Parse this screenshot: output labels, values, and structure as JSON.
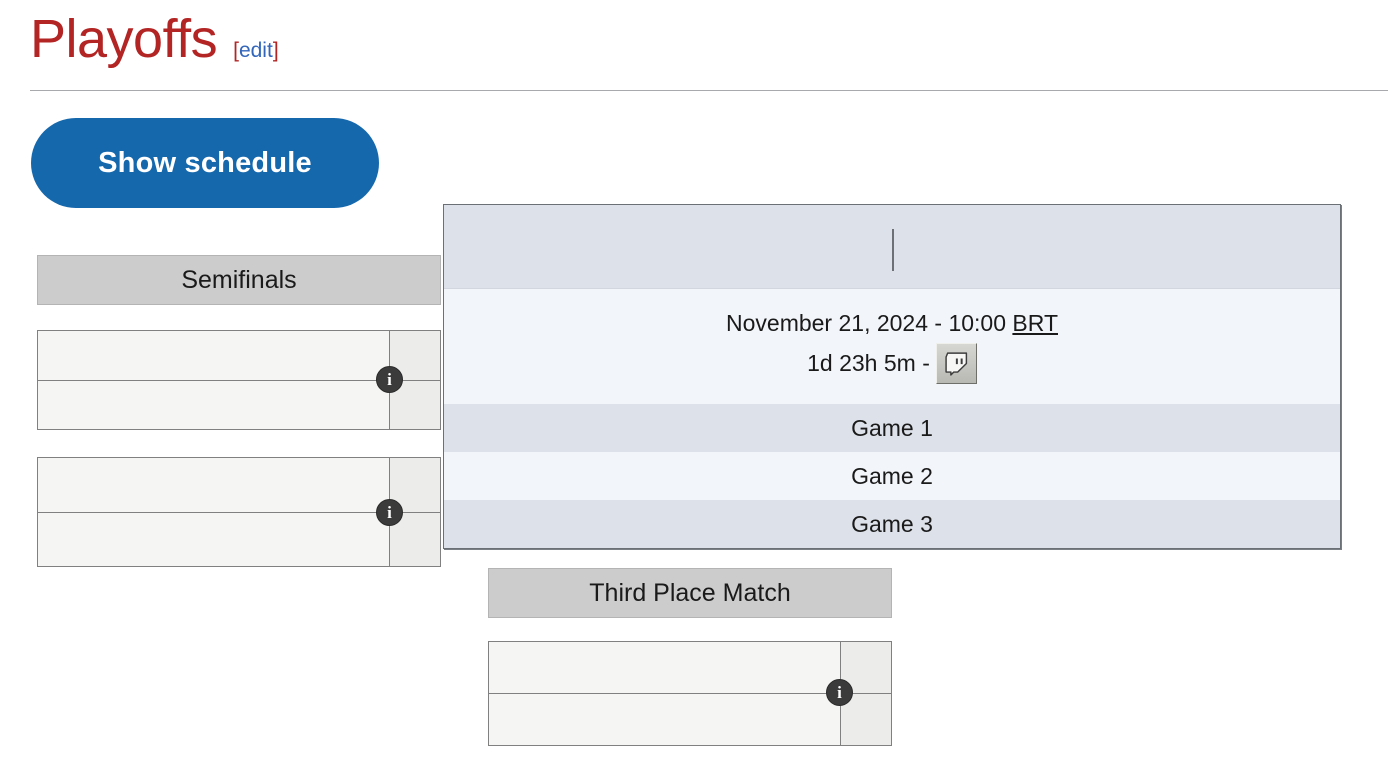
{
  "heading": {
    "title": "Playoffs",
    "edit_open_bracket": "[",
    "edit_label": "edit",
    "edit_close_bracket": "]"
  },
  "toolbar": {
    "show_schedule_label": "Show schedule"
  },
  "colors": {
    "title_red": "#b32424",
    "link_blue": "#3366bb",
    "button_blue": "#1668ad",
    "round_header_gray": "#cccccc",
    "popup_row_light": "#f2f5fa",
    "popup_row_dark": "#dde1e9"
  },
  "bracket": {
    "rounds": [
      {
        "name": "semifinals",
        "label": "Semifinals"
      },
      {
        "name": "third-place",
        "label": "Third Place Match"
      }
    ],
    "matches": [
      {
        "id": "semifinal-1",
        "team_top": "",
        "team_bottom": "",
        "score_top": "",
        "score_bottom": "",
        "info_icon": "info-icon"
      },
      {
        "id": "semifinal-2",
        "team_top": "",
        "team_bottom": "",
        "score_top": "",
        "score_bottom": "",
        "info_icon": "info-icon"
      },
      {
        "id": "third-place",
        "team_top": "",
        "team_bottom": "",
        "score_top": "",
        "score_bottom": "",
        "info_icon": "info-icon"
      }
    ]
  },
  "popup": {
    "header_text": "",
    "date_text": "November 21, 2024 - 10:00 ",
    "timezone": "BRT",
    "countdown": "1d 23h 5m - ",
    "stream_icon": "twitch-icon",
    "games": [
      {
        "label": "Game 1"
      },
      {
        "label": "Game 2"
      },
      {
        "label": "Game 3"
      }
    ]
  }
}
